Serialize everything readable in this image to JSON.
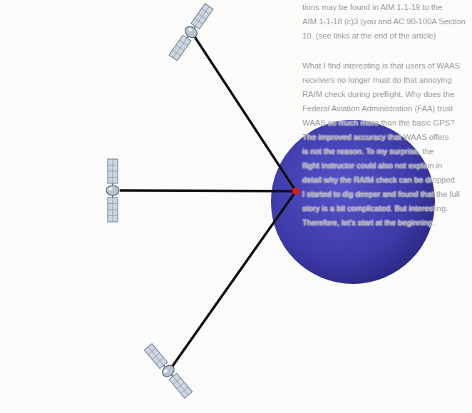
{
  "diagram": {
    "labels": [
      "tions may be found in AIM 1-1-19 to the",
      "AIM 1-1-18 (c)3 (you and AC 90-100A Section",
      "10. (see links at the end of the article)",
      "What I find interesting is that users of WAAS",
      "receivers no longer must do that annoying",
      "RAIM check during preflight. Why does the",
      "Federal Aviation Administration (FAA) trust",
      "WAAS so much more than the basic GPS?",
      "The improved accuracy that WAAS offers",
      "is not the reason. To my surprise, the",
      "flight instructor could also not explain in",
      "detail why the RAIM check can be dropped.",
      "I started to dig deeper and found that the full",
      "story is a bit complicated. But interesting.",
      "Therefore, let's start at the beginning."
    ]
  }
}
